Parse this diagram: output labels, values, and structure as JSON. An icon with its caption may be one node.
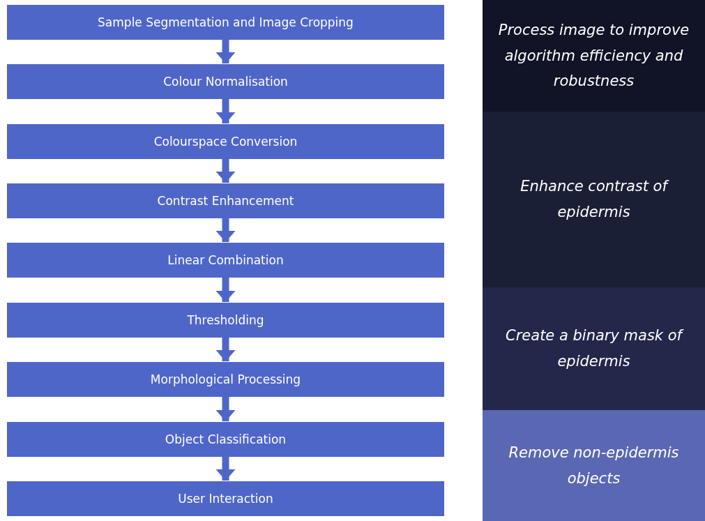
{
  "diagram": {
    "nodes": [
      {
        "text": [
          "Sample Segmentation and Image Cropping"
        ]
      },
      {
        "text": [
          "Colour Normalisation"
        ]
      },
      {
        "text": [
          "Colourspace Conversion"
        ]
      },
      {
        "text": [
          "Contrast Enhancement"
        ]
      },
      {
        "text": [
          "Linear Combination"
        ]
      },
      {
        "text": [
          "Thresholding"
        ]
      },
      {
        "text": [
          "Morphological Processing"
        ]
      },
      {
        "text": [
          "Object Classification"
        ]
      },
      {
        "text": [
          "User Interaction"
        ]
      },
      {
        "text": [
          "Process image to improve algorithm efficiency and robustness"
        ]
      },
      {
        "text": [
          "Enhance contrast of epidermis"
        ]
      },
      {
        "text": [
          "Create a binary mask of epidermis"
        ]
      },
      {
        "text": [
          "Remove non-epidermis objects"
        ]
      }
    ],
    "edges": [
      {
        "from": 0,
        "to": 1,
        "arrow": "to"
      },
      {
        "from": 1,
        "to": 2,
        "arrow": "to"
      },
      {
        "from": 2,
        "to": 3,
        "arrow": "to"
      },
      {
        "from": 3,
        "to": 4,
        "arrow": "to"
      },
      {
        "from": 4,
        "to": 5,
        "arrow": "to"
      },
      {
        "from": 5,
        "to": 6,
        "arrow": "to"
      },
      {
        "from": 6,
        "to": 7,
        "arrow": "to"
      },
      {
        "from": 7,
        "to": 8,
        "arrow": "to"
      }
    ]
  }
}
